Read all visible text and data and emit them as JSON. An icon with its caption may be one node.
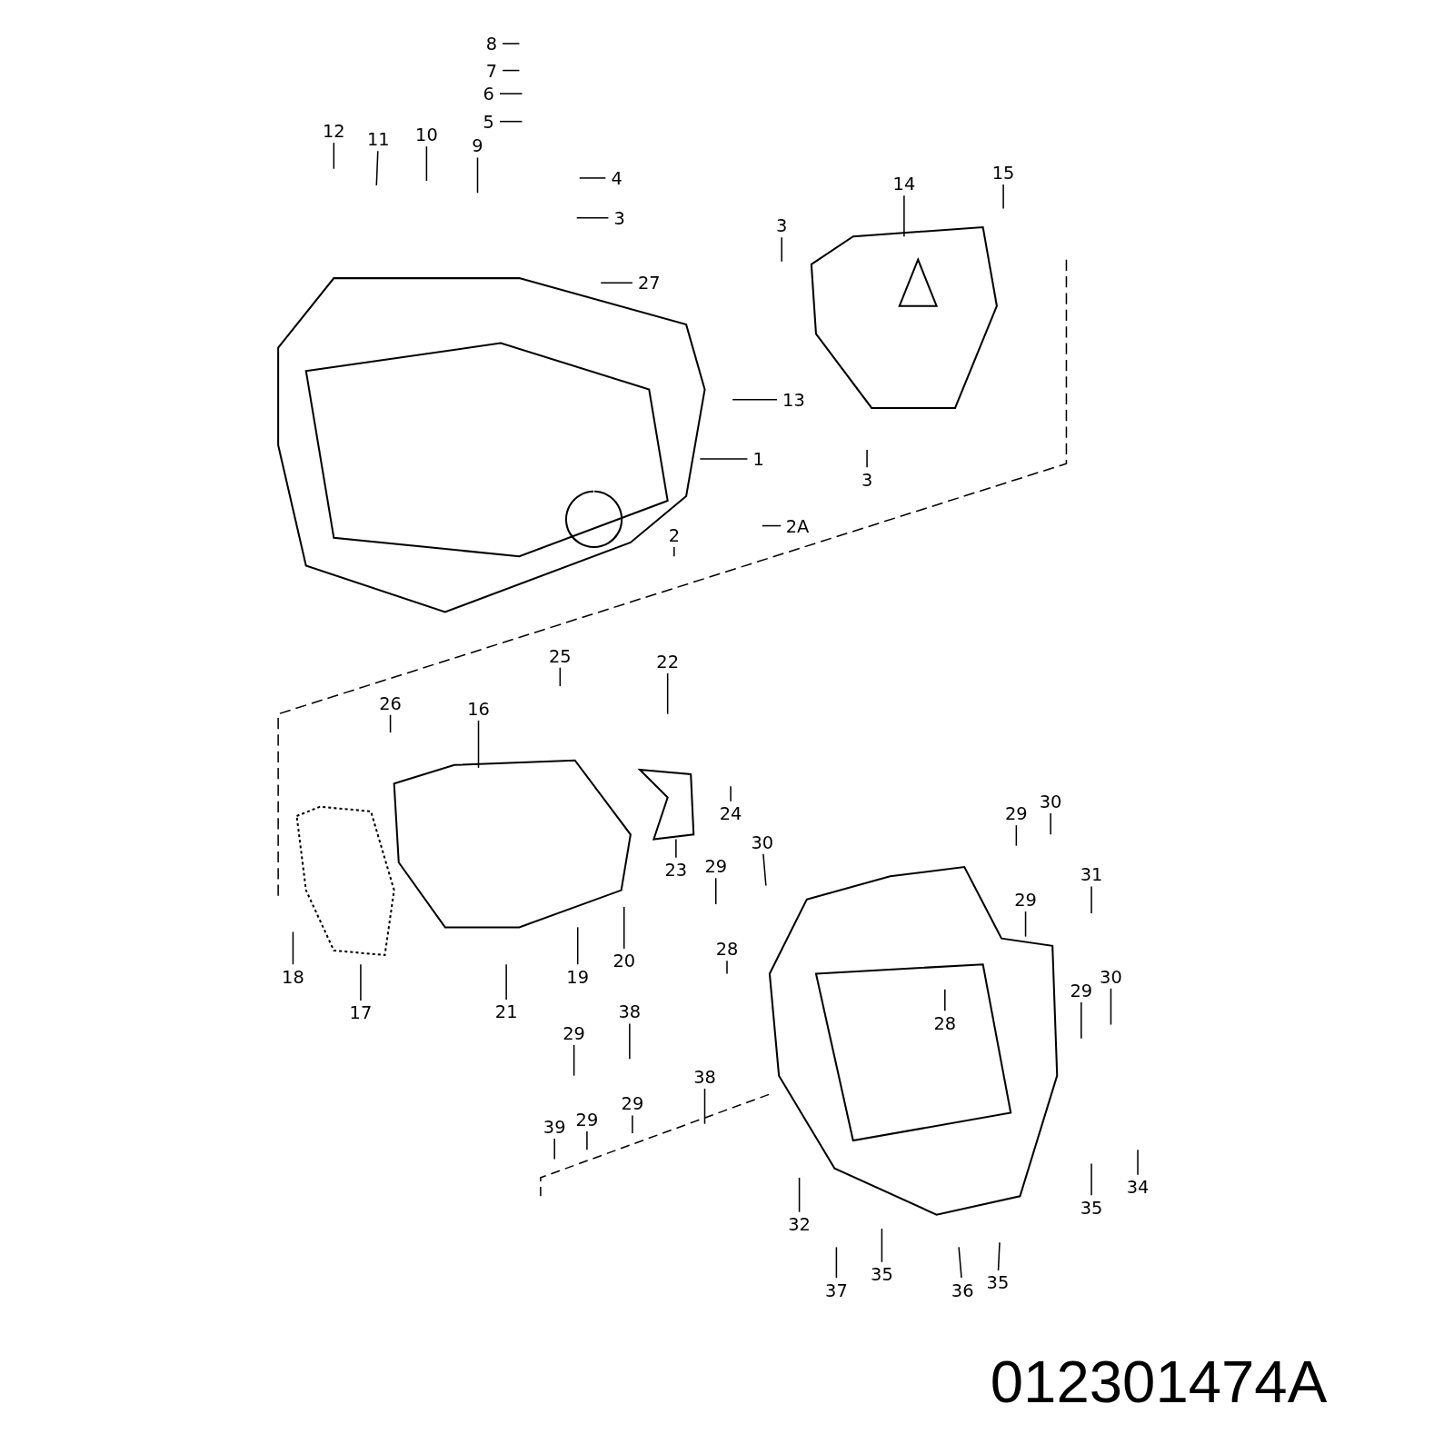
{
  "diagram": {
    "nodes": [
      {
        "text": [
          "8"
        ]
      },
      {
        "text": [
          "7"
        ]
      },
      {
        "text": [
          "6"
        ]
      },
      {
        "text": [
          "5"
        ]
      },
      {
        "text": [
          "12"
        ]
      },
      {
        "text": [
          "11"
        ]
      },
      {
        "text": [
          "10"
        ]
      },
      {
        "text": [
          "9"
        ]
      },
      {
        "text": [
          "4"
        ]
      },
      {
        "text": [
          "15"
        ]
      },
      {
        "text": [
          "14"
        ]
      },
      {
        "text": [
          "3"
        ]
      },
      {
        "text": [
          "3"
        ]
      },
      {
        "text": [
          "27"
        ]
      },
      {
        "text": [
          "13"
        ]
      },
      {
        "text": [
          "1"
        ]
      },
      {
        "text": [
          "3"
        ]
      },
      {
        "text": [
          "2A"
        ]
      },
      {
        "text": [
          "2"
        ]
      },
      {
        "text": [
          "25"
        ]
      },
      {
        "text": [
          "22"
        ]
      },
      {
        "text": [
          "16"
        ]
      },
      {
        "text": [
          "26"
        ]
      },
      {
        "text": [
          "24"
        ]
      },
      {
        "text": [
          "30"
        ]
      },
      {
        "text": [
          "29"
        ]
      },
      {
        "text": [
          "30"
        ]
      },
      {
        "text": [
          "23"
        ]
      },
      {
        "text": [
          "29"
        ]
      },
      {
        "text": [
          "29"
        ]
      },
      {
        "text": [
          "31"
        ]
      },
      {
        "text": [
          "28"
        ]
      },
      {
        "text": [
          "20"
        ]
      },
      {
        "text": [
          "18"
        ]
      },
      {
        "text": [
          "19"
        ]
      },
      {
        "text": [
          "30"
        ]
      },
      {
        "text": [
          "29"
        ]
      },
      {
        "text": [
          "38"
        ]
      },
      {
        "text": [
          "17"
        ]
      },
      {
        "text": [
          "21"
        ]
      },
      {
        "text": [
          "28"
        ]
      },
      {
        "text": [
          "29"
        ]
      },
      {
        "text": [
          "38"
        ]
      },
      {
        "text": [
          "29"
        ]
      },
      {
        "text": [
          "39"
        ]
      },
      {
        "text": [
          "29"
        ]
      },
      {
        "text": [
          "34"
        ]
      },
      {
        "text": [
          "35"
        ]
      },
      {
        "text": [
          "32"
        ]
      },
      {
        "text": [
          "35"
        ]
      },
      {
        "text": [
          "37"
        ]
      },
      {
        "text": [
          "36"
        ]
      },
      {
        "text": [
          "35"
        ]
      }
    ],
    "edges": [
      {
        "from": 0,
        "to": null,
        "arrow": "none"
      },
      {
        "from": 1,
        "to": null,
        "arrow": "none"
      },
      {
        "from": 2,
        "to": null,
        "arrow": "none"
      },
      {
        "from": 3,
        "to": null,
        "arrow": "none"
      },
      {
        "from": 4,
        "to": null,
        "arrow": "none"
      },
      {
        "from": 5,
        "to": null,
        "arrow": "none"
      },
      {
        "from": 6,
        "to": null,
        "arrow": "none"
      },
      {
        "from": 7,
        "to": null,
        "arrow": "none"
      },
      {
        "from": 8,
        "to": null,
        "arrow": "none"
      },
      {
        "from": 9,
        "to": null,
        "arrow": "none"
      },
      {
        "from": 10,
        "to": null,
        "arrow": "none"
      },
      {
        "from": 11,
        "to": null,
        "arrow": "none"
      },
      {
        "from": 12,
        "to": null,
        "arrow": "none"
      },
      {
        "from": 13,
        "to": null,
        "arrow": "none"
      },
      {
        "from": 14,
        "to": null,
        "arrow": "none"
      },
      {
        "from": 15,
        "to": null,
        "arrow": "none"
      },
      {
        "from": 16,
        "to": null,
        "arrow": "none"
      },
      {
        "from": 17,
        "to": null,
        "arrow": "none"
      },
      {
        "from": 18,
        "to": null,
        "arrow": "none"
      },
      {
        "from": 19,
        "to": null,
        "arrow": "none"
      },
      {
        "from": 20,
        "to": null,
        "arrow": "none"
      },
      {
        "from": 21,
        "to": null,
        "arrow": "none"
      },
      {
        "from": 22,
        "to": null,
        "arrow": "none"
      },
      {
        "from": 23,
        "to": null,
        "arrow": "none"
      },
      {
        "from": 24,
        "to": null,
        "arrow": "none"
      },
      {
        "from": 25,
        "to": null,
        "arrow": "none"
      },
      {
        "from": 26,
        "to": null,
        "arrow": "none"
      },
      {
        "from": 27,
        "to": null,
        "arrow": "none"
      },
      {
        "from": 28,
        "to": null,
        "arrow": "none"
      },
      {
        "from": 29,
        "to": null,
        "arrow": "none"
      },
      {
        "from": 30,
        "to": null,
        "arrow": "none"
      },
      {
        "from": 31,
        "to": null,
        "arrow": "none"
      },
      {
        "from": 32,
        "to": null,
        "arrow": "none"
      },
      {
        "from": 33,
        "to": null,
        "arrow": "none"
      },
      {
        "from": 34,
        "to": null,
        "arrow": "none"
      },
      {
        "from": 35,
        "to": null,
        "arrow": "none"
      },
      {
        "from": 36,
        "to": null,
        "arrow": "none"
      },
      {
        "from": 37,
        "to": null,
        "arrow": "none"
      },
      {
        "from": 38,
        "to": null,
        "arrow": "none"
      },
      {
        "from": 39,
        "to": null,
        "arrow": "none"
      },
      {
        "from": 40,
        "to": null,
        "arrow": "none"
      },
      {
        "from": 41,
        "to": null,
        "arrow": "none"
      },
      {
        "from": 42,
        "to": null,
        "arrow": "none"
      },
      {
        "from": 43,
        "to": null,
        "arrow": "none"
      },
      {
        "from": 44,
        "to": null,
        "arrow": "none"
      },
      {
        "from": 45,
        "to": null,
        "arrow": "none"
      },
      {
        "from": 46,
        "to": null,
        "arrow": "none"
      },
      {
        "from": 47,
        "to": null,
        "arrow": "none"
      },
      {
        "from": 48,
        "to": null,
        "arrow": "none"
      },
      {
        "from": 49,
        "to": null,
        "arrow": "none"
      },
      {
        "from": 50,
        "to": null,
        "arrow": "none"
      },
      {
        "from": 51,
        "to": null,
        "arrow": "none"
      },
      {
        "from": 52,
        "to": null,
        "arrow": "none"
      }
    ],
    "labels": [
      "012301474A"
    ]
  }
}
